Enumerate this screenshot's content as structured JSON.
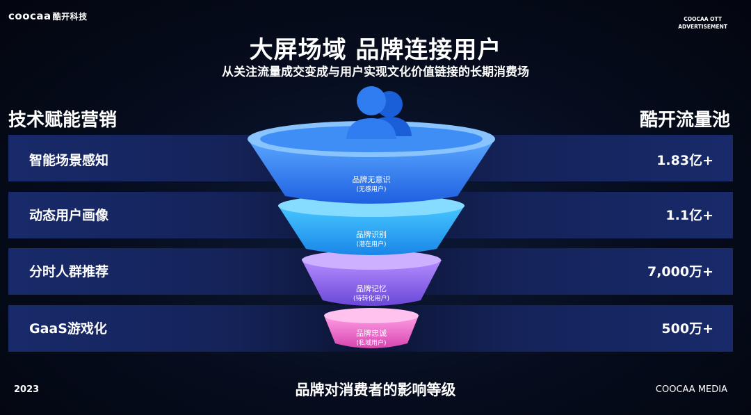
{
  "brand": {
    "logo": "coocaa",
    "logo_cn": "酷开科技"
  },
  "corner": {
    "line1": "COOCAA OTT",
    "line2": "ADVERTISEMENT"
  },
  "title": "大屏场域 品牌连接用户",
  "subtitle": "从关注流量成交变成与用户实现文化价值链接的长期消费场",
  "left_heading": "技术赋能营销",
  "right_heading": "酷开流量池",
  "rows": [
    {
      "label": "智能场景感知",
      "value": "1.83亿+"
    },
    {
      "label": "动态用户画像",
      "value": "1.1亿+"
    },
    {
      "label": "分时人群推荐",
      "value": "7,000万+"
    },
    {
      "label": "GaaS游戏化",
      "value": "500万+"
    }
  ],
  "funnel": [
    {
      "name": "品牌无意识",
      "sub": "(无感用户)",
      "color": "#3d8ff5"
    },
    {
      "name": "品牌识别",
      "sub": "(潜在用户)",
      "color": "#2fb4f5"
    },
    {
      "name": "品牌记忆",
      "sub": "(待转化用户)",
      "color": "#9a6cf0"
    },
    {
      "name": "品牌忠诚",
      "sub": "(私域用户)",
      "color": "#f07ad0"
    }
  ],
  "funnel_icon": "users-icon",
  "footer": {
    "year": "2023",
    "caption": "品牌对消费者的影响等级",
    "media": "COOCAA MEDIA"
  }
}
